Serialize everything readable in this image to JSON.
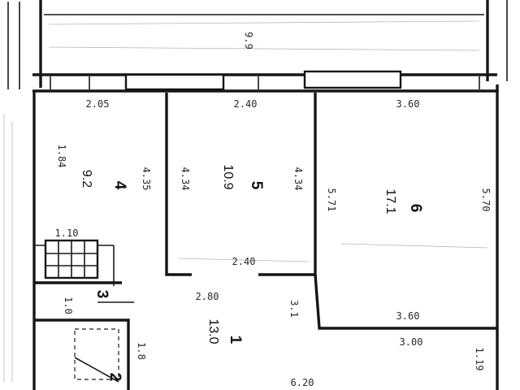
{
  "plan": {
    "loggia": {
      "length": "9.9"
    },
    "dimensions": {
      "room4_top": "2.05",
      "room5_top": "2.40",
      "room6_top": "3.60",
      "room4_side_a": "1.84",
      "room4_side_b": "4.35",
      "room5_left": "4.34",
      "room5_right": "4.34",
      "room6_left": "5.71",
      "room6_right": "5.70",
      "stair_width": "1.10",
      "room5_bottom": "2.40",
      "corridor_top": "2.80",
      "room3_width": "1.0",
      "room6_bottom": "3.60",
      "corridor_lower": "3.00",
      "corridor_side": "3.1",
      "room2_side": "1.8",
      "right_small": "1.19",
      "bottom_total": "6.20"
    },
    "rooms": [
      {
        "number": "4",
        "area": "9.2"
      },
      {
        "number": "5",
        "area": "10.9"
      },
      {
        "number": "6",
        "area": "17.1"
      },
      {
        "number": "1",
        "area": "13.0"
      },
      {
        "number": "3",
        "area": ""
      },
      {
        "number": "2",
        "area": ""
      }
    ]
  }
}
